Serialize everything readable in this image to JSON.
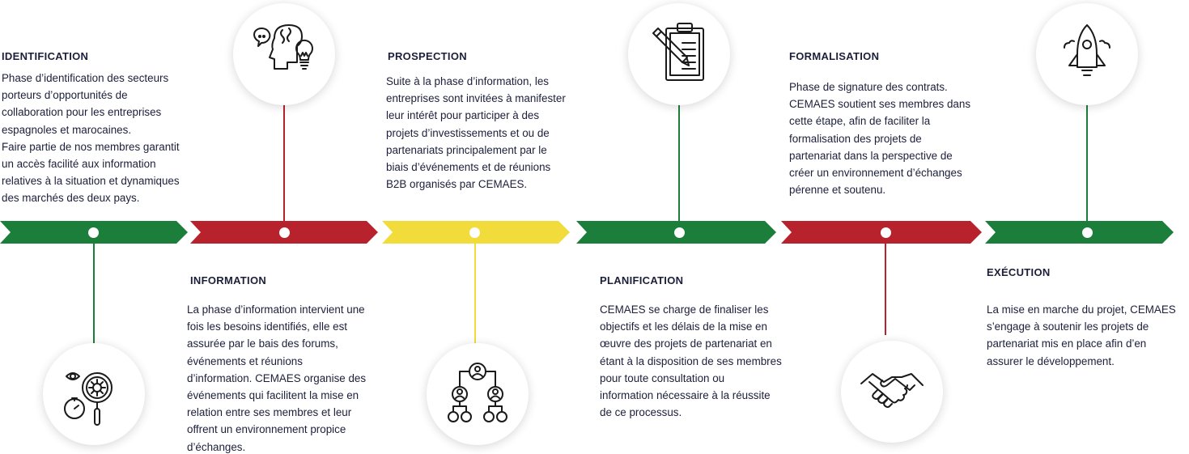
{
  "colors": {
    "green": "#1b7f3b",
    "red": "#b7222c",
    "yellow": "#f2dc3c"
  },
  "steps": [
    {
      "title": "IDENTIFICATION",
      "text": "Phase d’identification des secteurs\nporteurs d’opportunités de\ncollaboration pour les entreprises\nespagnoles et marocaines.\n Faire partie de nos membres garantit\nun accès facilité aux information\nrelatives à la situation et dynamiques\ndes marchés des deux pays.",
      "color": "green",
      "icon": "eye-gear-magnifier-stopwatch-icon"
    },
    {
      "title": "INFORMATION",
      "text": "La phase d’information intervient une\nfois les besoins identifiés, elle est\nassurée par le bais des forums,\névénements et réunions\nd’information. CEMAES organise des\névénements qui facilitent la mise en\nrelation entre ses membres et leur\noffrent un environnement propice\nd’échanges.",
      "color": "red",
      "icon": "head-brain-chat-lightbulb-icon"
    },
    {
      "title": "PROSPECTION",
      "text": "Suite à la phase d’information, les\nentreprises sont invitées à manifester\nleur intérêt pour participer à des\nprojets d’investissements et ou de\npartenariats principalement par le\nbiais d’événements et de réunions\nB2B organisés par CEMAES.",
      "color": "yellow",
      "icon": "network-people-icon"
    },
    {
      "title": "PLANIFICATION",
      "text": "CEMAES se charge de finaliser les\nobjectifs et les délais de la mise en\nœuvre des projets de partenariat en\nétant à la disposition de ses membres\npour toute consultation ou\ninformation nécessaire à la réussite\nde ce processus.",
      "color": "green",
      "icon": "clipboard-pencil-icon"
    },
    {
      "title": "FORMALISATION",
      "text": "Phase de signature des contrats.\nCEMAES soutient ses membres dans\ncette étape, afin de faciliter la\nformalisation des projets de\npartenariat dans la perspective de\ncréer un environnement d’échanges\npérenne et soutenu.",
      "color": "red",
      "icon": "handshake-icon"
    },
    {
      "title": "EXÉCUTION",
      "text": "La mise en marche du projet, CEMAES\ns’engage à soutenir les projets de\npartenariat mis en place afin d’en\nassurer le développement.",
      "color": "green",
      "icon": "rocket-icon"
    }
  ]
}
